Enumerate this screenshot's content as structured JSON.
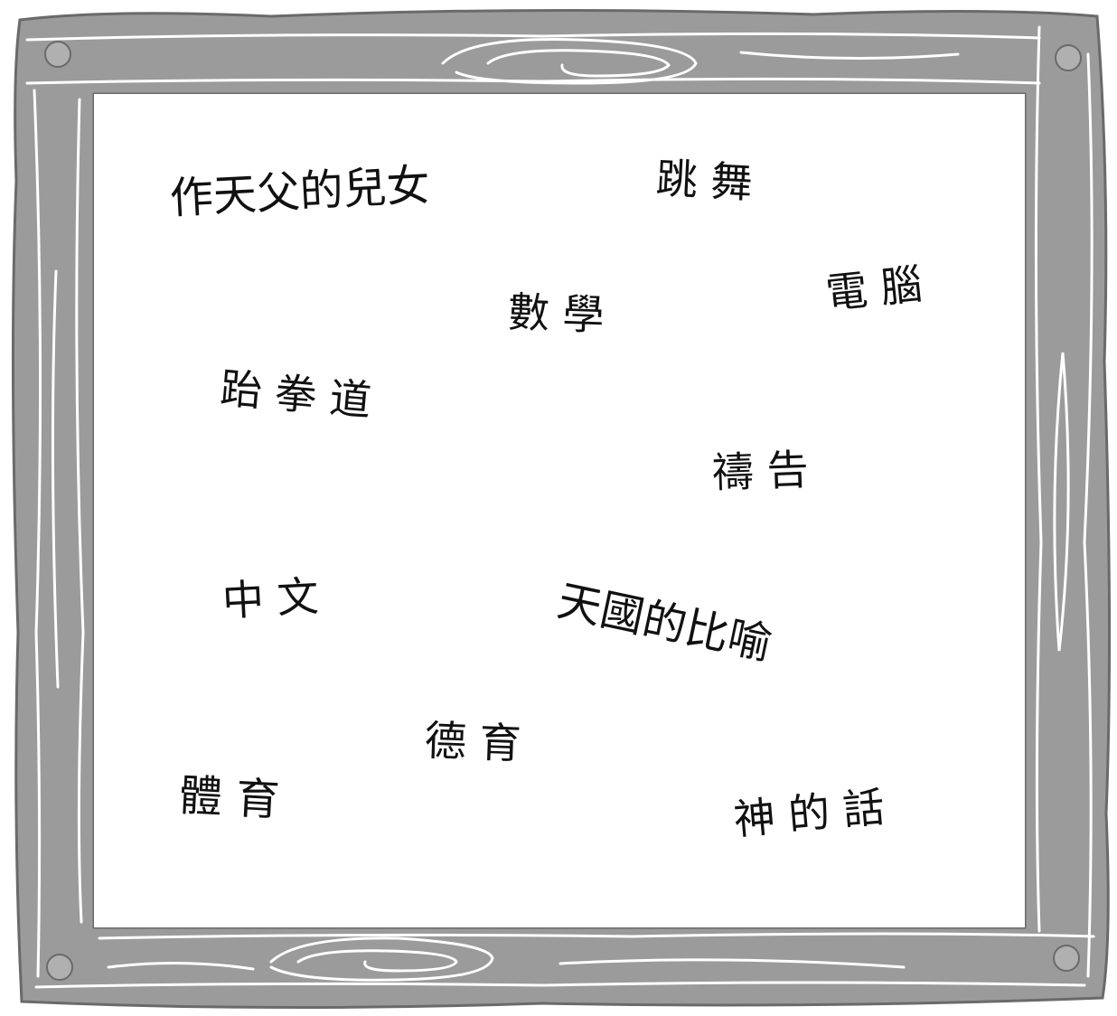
{
  "board": {
    "frame_color": "#9b9b9b",
    "frame_outline_color": "#5a5a5a",
    "board_color": "#ffffff",
    "text_color": "#111111"
  },
  "words": {
    "children_of_god": "作天父的兒女",
    "dance": "跳 舞",
    "math": "數 學",
    "computer": "電 腦",
    "taekwondo": "跆 拳 道",
    "prayer": "禱 告",
    "chinese": "中 文",
    "parables": "天國的比喻",
    "moral_education": "德 育",
    "physical_education": "體 育",
    "word_of_god": "神 的 話"
  }
}
